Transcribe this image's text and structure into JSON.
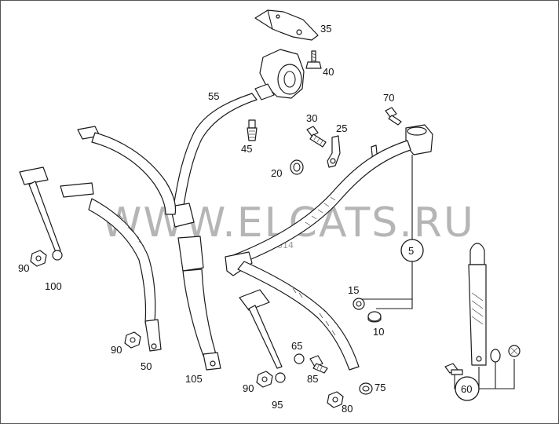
{
  "watermark": {
    "main": "WWW.ELCATS.RU",
    "sub": "2014"
  },
  "callouts": {
    "p10": "10",
    "p15": "15",
    "p20": "20",
    "p25": "25",
    "p30": "30",
    "p35": "35",
    "p40": "40",
    "p45": "45",
    "p50": "50",
    "p55": "55",
    "p60": "60",
    "p65": "65",
    "p70": "70",
    "p75": "75",
    "p80": "80",
    "p85": "85",
    "p90a": "90",
    "p90b": "90",
    "p90c": "90",
    "p95": "95",
    "p100": "100",
    "p105": "105",
    "p5": "5"
  },
  "colors": {
    "ink": "#1a1a1a",
    "watermark": "#b5b5b5",
    "background": "#ffffff"
  }
}
